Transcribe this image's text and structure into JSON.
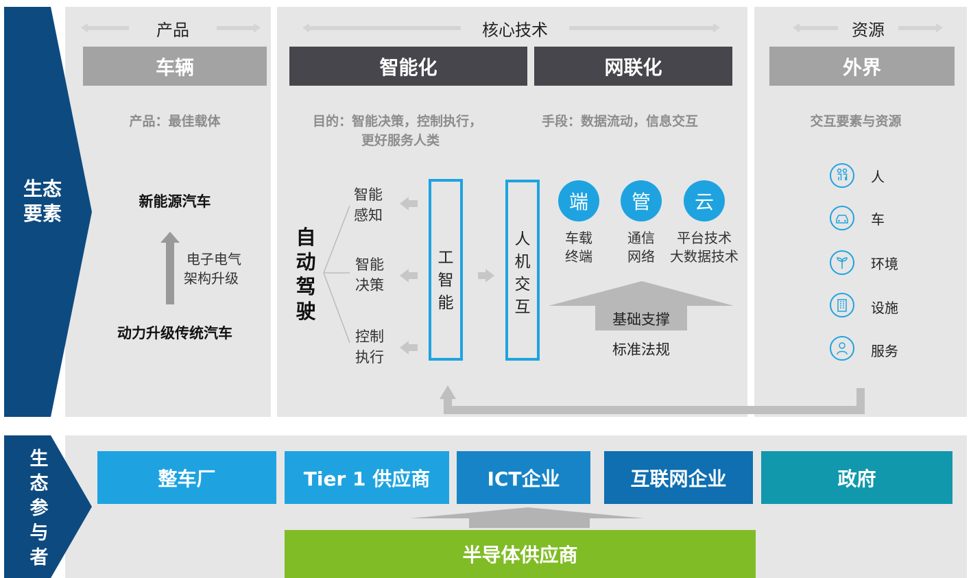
{
  "left_band": {
    "ecosystem_elements": "生态要素",
    "ecosystem_participants": "生态参与者"
  },
  "headers": {
    "product": "产品",
    "core_tech": "核心技术",
    "resources": "资源"
  },
  "bars": {
    "vehicle": "车辆",
    "intelligent": "智能化",
    "connected": "网联化",
    "external": "外界"
  },
  "subtitles": {
    "product": "产品：最佳载体",
    "purpose_line1": "目的：智能决策，控制执行，",
    "purpose_line2": "更好服务人类",
    "means": "手段：数据流动，信息交互",
    "resources": "交互要素与资源"
  },
  "product_col": {
    "new_energy": "新能源汽车",
    "ee_line1": "电子电气",
    "ee_line2": "架构升级",
    "traditional": "动力升级传统汽车"
  },
  "autonomous": {
    "title_chars": [
      "自",
      "动",
      "驾",
      "驶"
    ],
    "branches": [
      {
        "line1": "智能",
        "line2": "感知"
      },
      {
        "line1": "智能",
        "line2": "决策"
      },
      {
        "line1": "控制",
        "line2": "执行"
      }
    ]
  },
  "ai_box": {
    "chars": [
      "工",
      "智",
      "能"
    ]
  },
  "hmi_box": {
    "chars": [
      "人",
      "机",
      "交",
      "互"
    ]
  },
  "connected_nodes": [
    {
      "icon": "端",
      "line1": "车载",
      "line2": "终端"
    },
    {
      "icon": "管",
      "line1": "通信",
      "line2": "网络"
    },
    {
      "icon": "云",
      "line1": "平台技术",
      "line2": "大数据技术"
    }
  ],
  "support": {
    "foundation": "基础支撑",
    "standards": "标准法规"
  },
  "resources_list": [
    {
      "icon": "people-icon",
      "label": "人"
    },
    {
      "icon": "car-icon",
      "label": "车"
    },
    {
      "icon": "plant-icon",
      "label": "环境"
    },
    {
      "icon": "building-icon",
      "label": "设施"
    },
    {
      "icon": "user-icon",
      "label": "服务"
    }
  ],
  "participants": {
    "oem": "整车厂",
    "tier1": "Tier 1 供应商",
    "ict": "ICT企业",
    "internet": "互联网企业",
    "government": "政府",
    "semiconductor": "半导体供应商"
  },
  "colors": {
    "navy": "#0d4a80",
    "blue_bright": "#1ea3e0",
    "blue_mid": "#1784c7",
    "blue_dark": "#0f6fb0",
    "teal": "#1298ad",
    "green": "#80bc26",
    "bar_dark": "#46464c",
    "bar_grey": "#a3a3a3",
    "panel": "#e6e6e6"
  }
}
